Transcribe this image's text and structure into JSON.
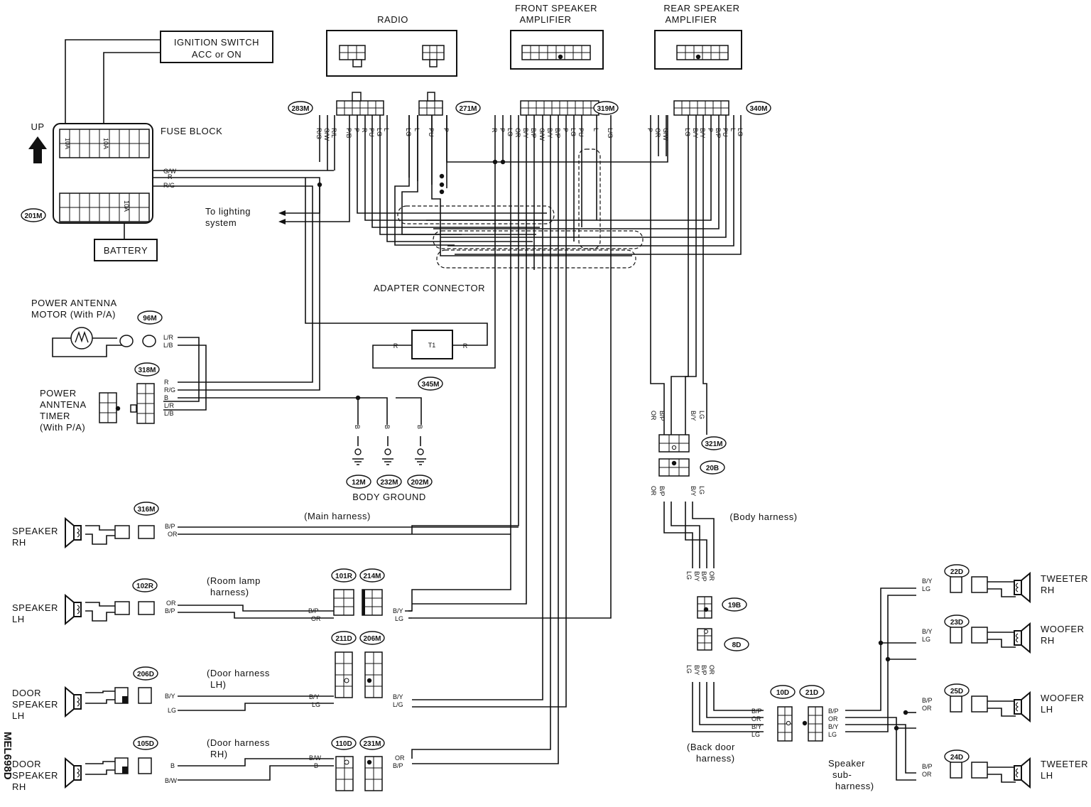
{
  "diagram_id": "MEL698D",
  "components": {
    "radio": "RADIO",
    "front_amp": [
      "FRONT SPEAKER",
      "AMPLIFIER"
    ],
    "rear_amp": [
      "REAR SPEAKER",
      "AMPLIFIER"
    ],
    "ignition": [
      "IGNITION SWITCH",
      "ACC or ON"
    ],
    "fuse_block": "FUSE BLOCK",
    "battery": "BATTERY",
    "up": "UP",
    "fuse_rating": "10A",
    "lighting": [
      "To lighting",
      "system"
    ],
    "adapter": "ADAPTER CONNECTOR",
    "adapter_t1": "T1",
    "antenna_motor": [
      "POWER ANTENNA",
      "MOTOR (With P/A)"
    ],
    "antenna_timer": [
      "POWER",
      "ANNTENA",
      "TIMER",
      "(With P/A)"
    ],
    "body_ground": "BODY GROUND",
    "speaker_rh": [
      "SPEAKER",
      "RH"
    ],
    "speaker_lh": [
      "SPEAKER",
      "LH"
    ],
    "door_speaker_lh": [
      "DOOR",
      "SPEAKER",
      "LH"
    ],
    "door_speaker_rh": [
      "DOOR",
      "SPEAKER",
      "RH"
    ],
    "tweeter_rh": [
      "TWEETER",
      "RH"
    ],
    "woofer_rh": [
      "WOOFER",
      "RH"
    ],
    "woofer_lh": [
      "WOOFER",
      "LH"
    ],
    "tweeter_lh": [
      "TWEETER",
      "LH"
    ]
  },
  "harness": {
    "main": "(Main harness)",
    "room_lamp": [
      "(Room lamp",
      "harness)"
    ],
    "door_lh": [
      "(Door harness",
      "LH)"
    ],
    "door_rh": [
      "(Door harness",
      "RH)"
    ],
    "body": "(Body harness)",
    "back_door": [
      "(Back door",
      "harness)"
    ],
    "speaker_sub": [
      "Speaker",
      "sub-",
      "harness)"
    ]
  },
  "connectors": [
    "283M",
    "271M",
    "319M",
    "340M",
    "201M",
    "96M",
    "318M",
    "345M",
    "12M",
    "232M",
    "202M",
    "316M",
    "102R",
    "101R",
    "214M",
    "211D",
    "206M",
    "206D",
    "110D",
    "231M",
    "105D",
    "321M",
    "20B",
    "19B",
    "8D",
    "10D",
    "21D",
    "22D",
    "23D",
    "25D",
    "24D"
  ],
  "wire_colors": {
    "radio_a": [
      "R/G",
      "G/W",
      "R/L",
      "P/B",
      "P",
      "R",
      "PU",
      "LG",
      "L"
    ],
    "radio_b": [
      "LG",
      "L",
      "PU",
      "P"
    ],
    "front_amp": [
      "R",
      "P",
      "LG",
      "OR",
      "B/Y",
      "B/P",
      "G/W",
      "B/Y",
      "B/P",
      "P",
      "LG",
      "PU",
      "L",
      "L/G"
    ],
    "rear_amp": [
      "P",
      "OR",
      "G/W",
      "LG",
      "B/Y",
      "B/Y",
      "P",
      "B/P",
      "PU",
      "L",
      "LG"
    ],
    "fuse_out": [
      "G/W",
      "R",
      "R/G"
    ],
    "antenna_motor": [
      "L/R",
      "L/B"
    ],
    "timer": [
      "R",
      "R/G",
      "B",
      "L/R",
      "L/B"
    ],
    "ground": "B",
    "adapter": [
      "R",
      "R"
    ],
    "speaker_rh": [
      "B/P",
      "OR"
    ],
    "speaker_lh": [
      "OR",
      "B/P"
    ],
    "room_a": [
      "B/P",
      "OR"
    ],
    "room_b": [
      "B/Y",
      "LG"
    ],
    "door_lh_spk": [
      "B/Y",
      "LG"
    ],
    "door_lh_a": [
      "B/Y",
      "LG"
    ],
    "door_lh_b": [
      "B/Y",
      "L/G"
    ],
    "door_rh_spk": [
      "B",
      "B/W"
    ],
    "door_rh_a": [
      "B/W",
      "B"
    ],
    "door_rh_b": [
      "OR",
      "B/P"
    ],
    "rear_321_top": [
      "OR",
      "B/P",
      "B/Y",
      "LG"
    ],
    "rear_20b_bot": [
      "OR",
      "B/P",
      "B/Y",
      "LG"
    ],
    "rear_19b_top": [
      "LG",
      "B/Y",
      "B/P",
      "OR"
    ],
    "rear_8d_bot": [
      "LG",
      "B/Y",
      "B/P",
      "OR"
    ],
    "back_door": [
      "B/P",
      "OR",
      "B/Y",
      "LG"
    ],
    "speaker_sub": [
      "B/P",
      "OR",
      "B/Y",
      "LG"
    ],
    "tweeter_rh": [
      "B/Y",
      "LG"
    ],
    "woofer_rh": [
      "B/Y",
      "LG"
    ],
    "woofer_lh": [
      "B/P",
      "OR"
    ],
    "tweeter_lh": [
      "B/P",
      "OR"
    ]
  }
}
